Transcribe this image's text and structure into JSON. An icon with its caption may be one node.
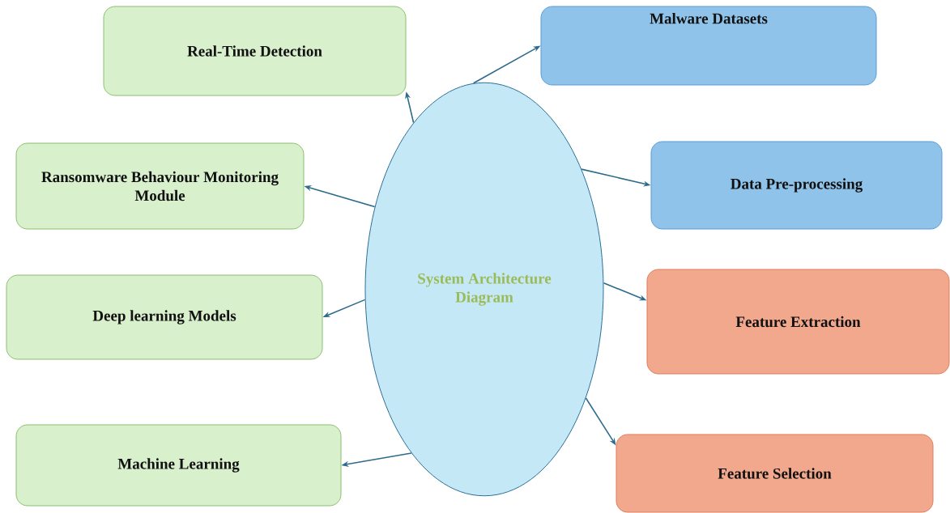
{
  "diagram": {
    "nodes": [
      {
        "text": [
          "System Architecture Diagram"
        ]
      },
      {
        "text": [
          "Malware Datasets"
        ]
      },
      {
        "text": [
          "Data Pre-processing"
        ]
      },
      {
        "text": [
          "Feature Extraction"
        ]
      },
      {
        "text": [
          "Feature Selection"
        ]
      },
      {
        "text": [
          "Real-Time Detection"
        ]
      },
      {
        "text": [
          "Ransomware Behaviour Monitoring Module"
        ]
      },
      {
        "text": [
          "Deep learning Models"
        ]
      },
      {
        "text": [
          "Machine Learning"
        ]
      }
    ],
    "edges": [
      {
        "from": 0,
        "to": 1,
        "arrow": "to"
      },
      {
        "from": 0,
        "to": 2,
        "arrow": "to"
      },
      {
        "from": 0,
        "to": 3,
        "arrow": "to"
      },
      {
        "from": 0,
        "to": 4,
        "arrow": "to"
      },
      {
        "from": 0,
        "to": 5,
        "arrow": "to"
      },
      {
        "from": 0,
        "to": 6,
        "arrow": "to"
      },
      {
        "from": 0,
        "to": 7,
        "arrow": "to"
      },
      {
        "from": 0,
        "to": 8,
        "arrow": "to"
      }
    ]
  }
}
